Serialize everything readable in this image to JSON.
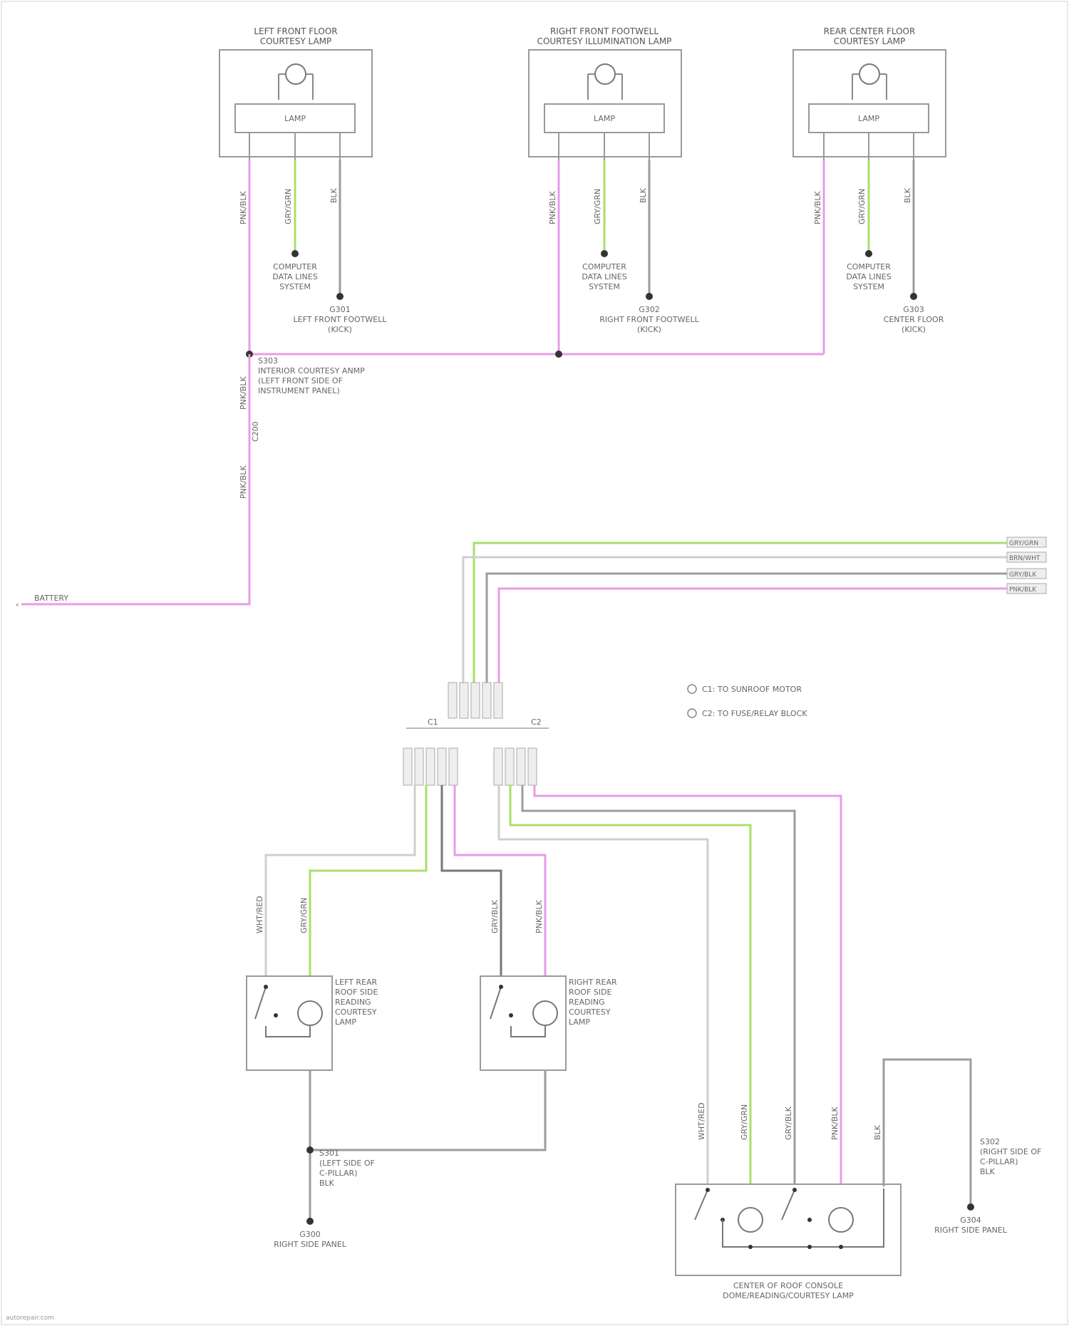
{
  "colors": {
    "pink": "#ea9be7",
    "green": "#a9df6a",
    "gray": "#9c9c9c",
    "light": "#cfcfcf",
    "dark": "#777777"
  },
  "lamps_top": [
    {
      "title_line1": "LEFT FRONT FLOOR",
      "title_line2": "COURTESY LAMP",
      "inner": "LAMP",
      "wire_pin1": "PNK/BLK",
      "wire_pin2": "GRY/GRN",
      "wire_pin3": "BLK",
      "bus_label_1": "COMPUTER",
      "bus_label_2": "DATA LINES",
      "bus_label_3": "SYSTEM",
      "ground_id": "G301",
      "ground_label_1": "LEFT FRONT FOOTWELL",
      "ground_label_2": "(KICK)"
    },
    {
      "title_line1": "RIGHT FRONT FOOTWELL",
      "title_line2": "COURTESY ILLUMINATION LAMP",
      "inner": "LAMP",
      "wire_pin1": "PNK/BLK",
      "wire_pin2": "GRY/GRN",
      "wire_pin3": "BLK",
      "bus_label_1": "COMPUTER",
      "bus_label_2": "DATA LINES",
      "bus_label_3": "SYSTEM",
      "ground_id": "G302",
      "ground_label_1": "RIGHT FRONT FOOTWELL",
      "ground_label_2": "(KICK)"
    },
    {
      "title_line1": "REAR CENTER FLOOR",
      "title_line2": "COURTESY LAMP",
      "inner": "LAMP",
      "wire_pin1": "PNK/BLK",
      "wire_pin2": "GRY/GRN",
      "wire_pin3": "BLK",
      "bus_label_1": "COMPUTER",
      "bus_label_2": "DATA LINES",
      "bus_label_3": "SYSTEM",
      "ground_id": "G303",
      "ground_label_1": "CENTER FLOOR",
      "ground_label_2": "(KICK)"
    }
  ],
  "splice_top": {
    "id": "S303",
    "line1": "INTERIOR COURTESY ANMP",
    "line2": "(LEFT FRONT SIDE OF",
    "line3": "INSTRUMENT PANEL)"
  },
  "left_feed": {
    "wire": "PNK/BLK",
    "label": "BATTERY",
    "mid_label": "PNK/BLK",
    "mid_label2": "C200"
  },
  "right_inputs": [
    "GRY/GRN",
    "BRN/WHT",
    "GRY/BLK",
    "PNK/BLK"
  ],
  "connector_legend": [
    "C1: TO SUNROOF MOTOR",
    "C2: TO FUSE/RELAY BLOCK"
  ],
  "connector_labels": {
    "c1": "C1",
    "c2": "C2"
  },
  "lower_left_lamp": {
    "line1": "LEFT REAR",
    "line2": "ROOF SIDE",
    "line3": "READING",
    "line4": "COURTESY",
    "line5": "LAMP",
    "wire_a": "WHT/RED",
    "wire_b": "GRY/GRN"
  },
  "lower_mid_lamp": {
    "line1": "RIGHT REAR",
    "line2": "ROOF SIDE",
    "line3": "READING",
    "line4": "COURTESY",
    "line5": "LAMP",
    "wire_a": "GRY/BLK",
    "wire_b": "PNK/BLK"
  },
  "lower_left_splice": {
    "id": "S301",
    "line1": "(LEFT SIDE OF",
    "line2": "C-PILLAR)",
    "line3": "BLK",
    "ground": "G300",
    "ground_label": "RIGHT SIDE PANEL"
  },
  "right_block": {
    "title_line1": "CENTER OF ROOF CONSOLE",
    "title_line2": "DOME/READING/COURTESY LAMP",
    "wires": [
      "WHT/RED",
      "GRY/GRN",
      "GRY/BLK",
      "PNK/BLK",
      "BLK"
    ]
  },
  "right_ground": {
    "id": "S302",
    "line1": "(RIGHT SIDE OF",
    "line2": "C-PILLAR)",
    "line3": "BLK",
    "ground": "G304",
    "ground_label": "RIGHT SIDE PANEL"
  },
  "footer": {
    "credit": "autorepair.com"
  }
}
